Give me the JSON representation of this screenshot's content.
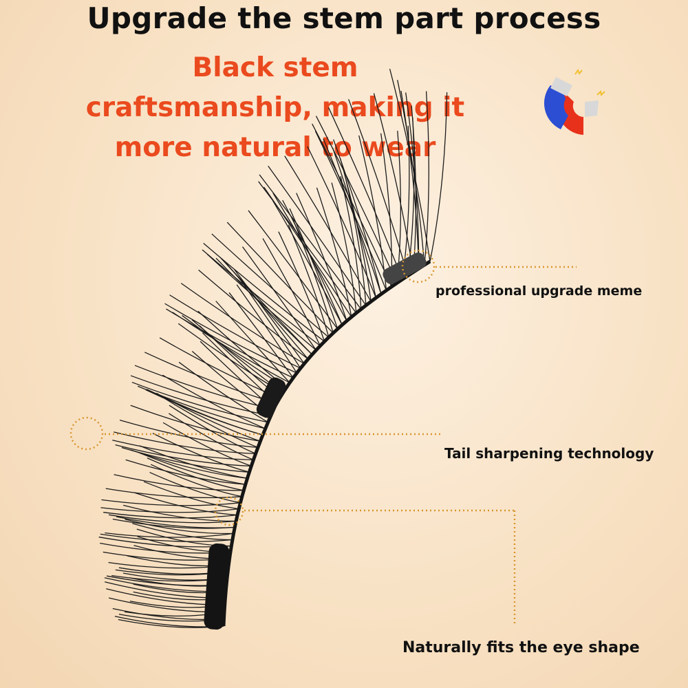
{
  "header": {
    "title": "Upgrade the stem part process",
    "subtitle_lines": [
      "Black stem",
      "craftsmanship, making it",
      "more natural to wear"
    ]
  },
  "callouts": {
    "professional": "professional upgrade meme",
    "tail": "Tail sharpening technology",
    "natural": "Naturally fits the eye shape"
  },
  "icons": [
    "magnet-icon"
  ],
  "colors": {
    "accent_red": "#ea4a1e",
    "callout_dots": "#d8962e",
    "text": "#111111",
    "background": "#f8e2c5"
  }
}
